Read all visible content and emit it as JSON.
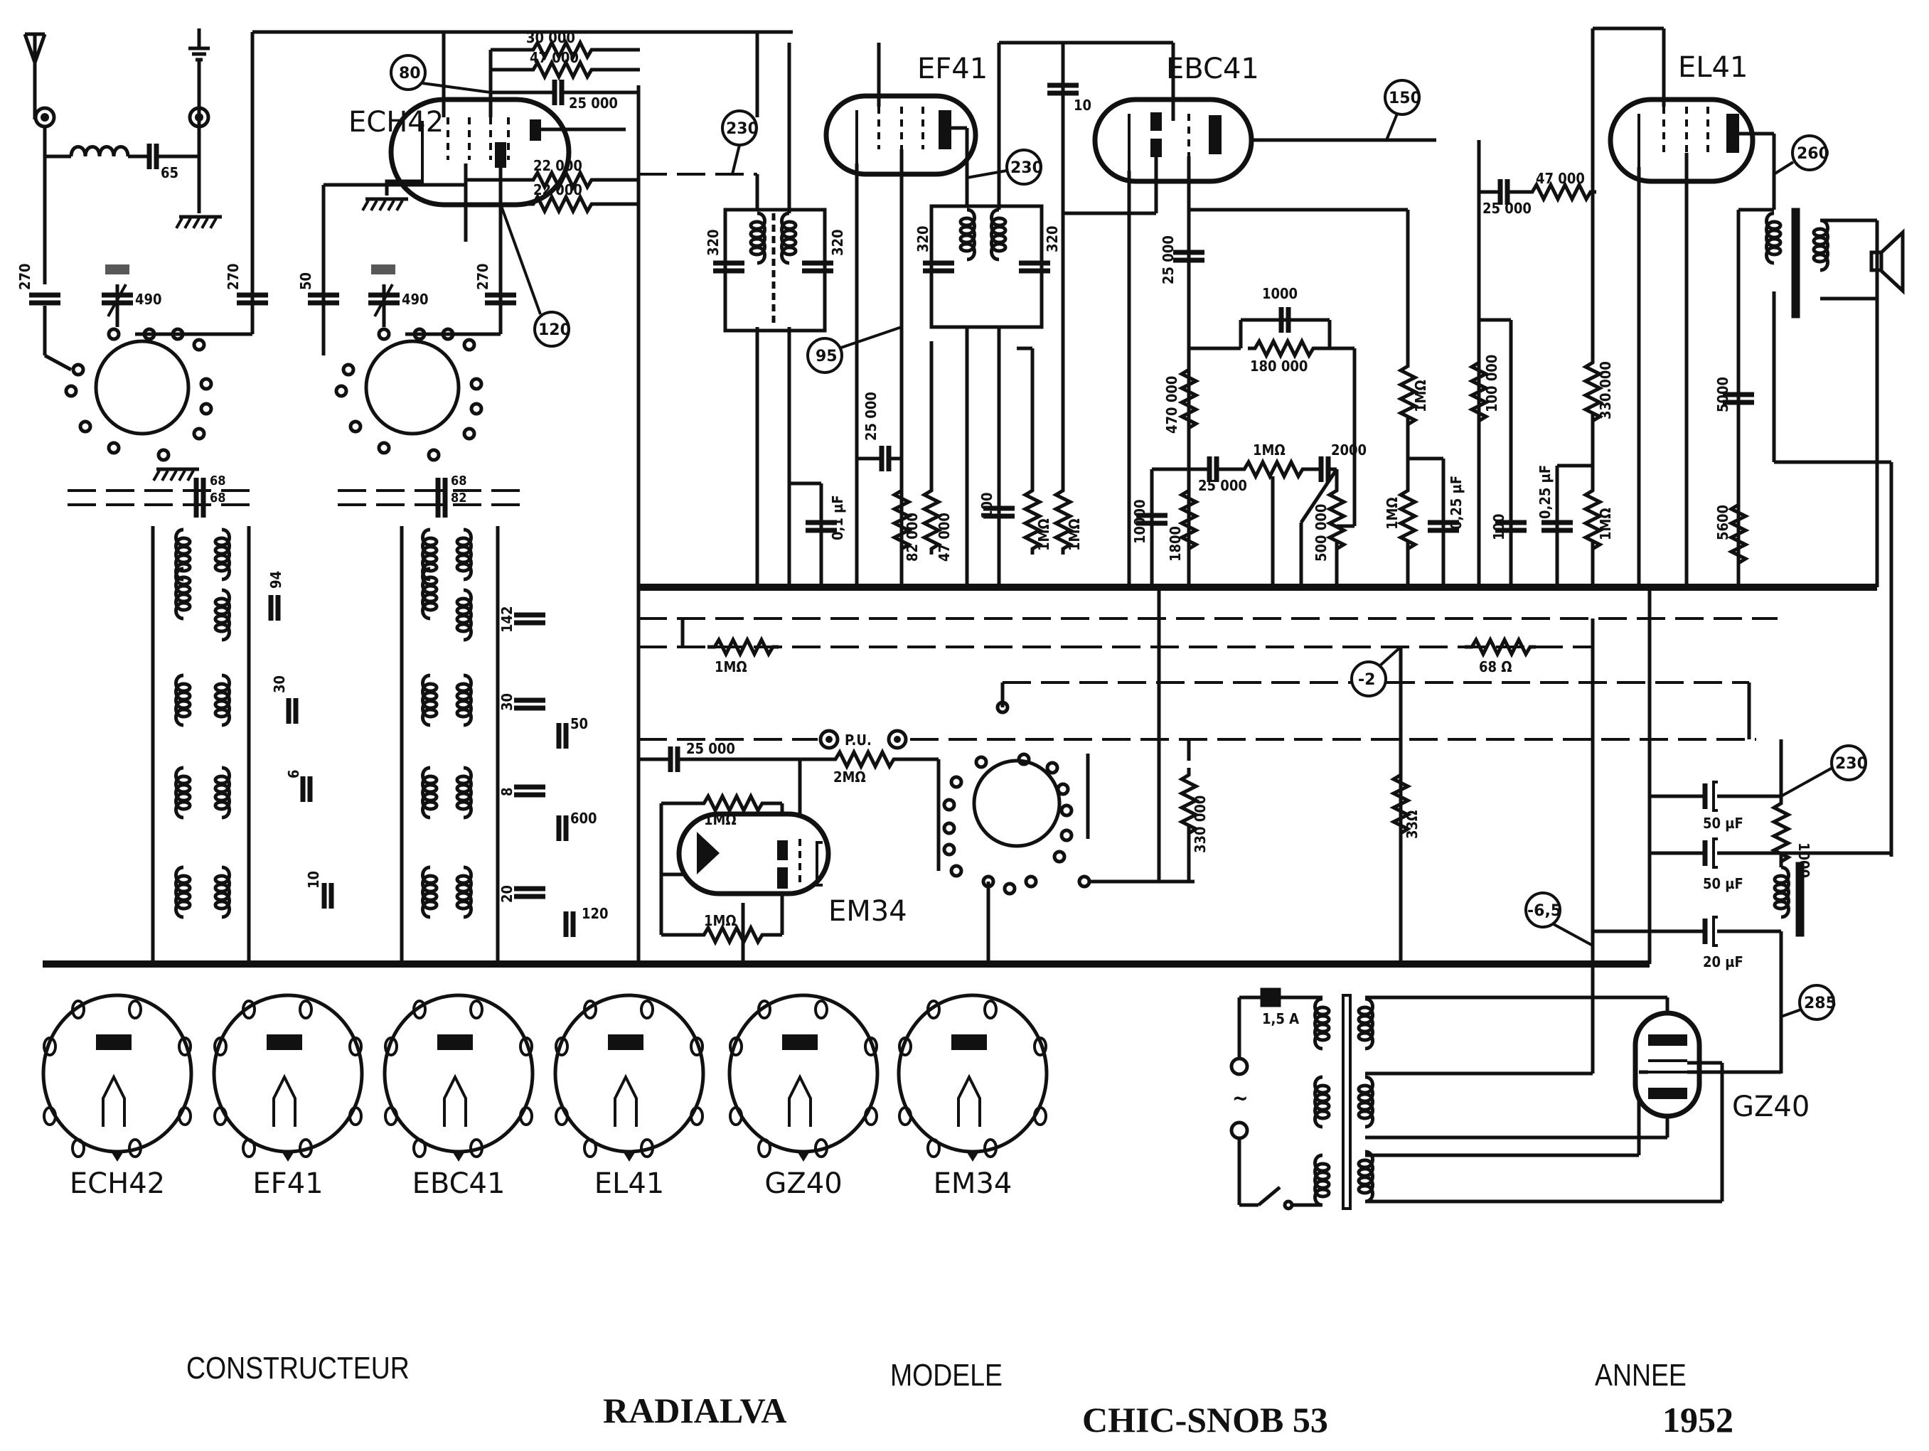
{
  "tubes": {
    "ech42": "ECH42",
    "ef41": "EF41",
    "ebc41": "EBC41",
    "el41": "EL41",
    "em34": "EM34",
    "gz40": "GZ40"
  },
  "socket_diagrams": [
    "ECH42",
    "EF41",
    "EBC41",
    "EL41",
    "GZ40",
    "EM34"
  ],
  "voltage_markers": {
    "ech42_anode": "80",
    "ech42_osc": "120",
    "if1": "230",
    "if2": "230",
    "ef41_screen": "95",
    "ebc41_anode": "150",
    "el41_anode": "260",
    "filter": "230",
    "bias1": "-2",
    "bias2": "-6,5",
    "rectifier": "285"
  },
  "components": {
    "antenna_cap": "65",
    "c_ant_left": "270",
    "c_var_1": "490",
    "c_ant_right": "270",
    "c_osc_left": "50",
    "c_var_2": "490",
    "c_osc_right": "270",
    "r_30000": "30 000",
    "r_47000_top": "47 000",
    "c_25000_top": "25 000",
    "r_22000_a": "22 000",
    "r_22000_b": "22 000",
    "c_68_a": "68",
    "c_68_b": "68",
    "c_68_c": "68",
    "c_82": "82",
    "c_94": "94",
    "c_30_a": "30",
    "c_6": "6",
    "c_10_left": "10",
    "c_142": "142",
    "c_30_b": "30",
    "c_50": "50",
    "c_8": "8",
    "c_600": "600",
    "c_20": "20",
    "c_120": "120",
    "if1_c_left": "320",
    "if1_c_right": "320",
    "if2_c_left": "320",
    "if2_c_right": "320",
    "c_01uf": "0,1 µF",
    "c_25000_ef41": "25 000",
    "r_82000": "82 000",
    "r_47000_ef41": "47 000",
    "c_10_ebc": "10",
    "c_100_a": "100",
    "r_1m_a": "1MΩ",
    "r_1m_b": "1MΩ",
    "c_25000_ebc": "25 000",
    "c_1000": "1000",
    "r_180000": "180 000",
    "r_470000": "470 000",
    "c_10000": "10000",
    "r_1800": "1800",
    "c_25000_vol": "25 000",
    "pot_1m": "1MΩ",
    "c_2000": "2000",
    "pot_500000": "500 000",
    "r_1m_c": "1MΩ",
    "r_1m_d": "1MΩ",
    "c_025uf_a": "0,25 µF",
    "c_25000_el": "25 000",
    "r_47000_el": "47 000",
    "r_100000": "100 000",
    "c_100_b": "100",
    "c_025uf_b": "0,25 µF",
    "r_330000_a": "330.000",
    "r_1m_e": "1MΩ",
    "c_5000": "5000",
    "r_5600": "5600",
    "r_1m_bias": "1MΩ",
    "r_68": "68 Ω",
    "pu_label": "P.U.",
    "c_25000_em": "25 000",
    "r_2m": "2MΩ",
    "r_1m_em_a": "1MΩ",
    "r_1m_em_b": "1MΩ",
    "r_330000_b": "330 000",
    "r_33": "33Ω",
    "c_50uf_a": "50 µF",
    "r_1000": "1000",
    "c_50uf_b": "50 µF",
    "c_20uf": "20 µF",
    "fuse": "1,5 A",
    "mains_symbol": "~"
  },
  "footer": {
    "constructeur_label": "CONSTRUCTEUR",
    "constructeur_value": "RADIALVA",
    "modele_label": "MODELE",
    "modele_value": "CHIC-SNOB 53",
    "annee_label": "ANNEE",
    "annee_value": "1952"
  }
}
